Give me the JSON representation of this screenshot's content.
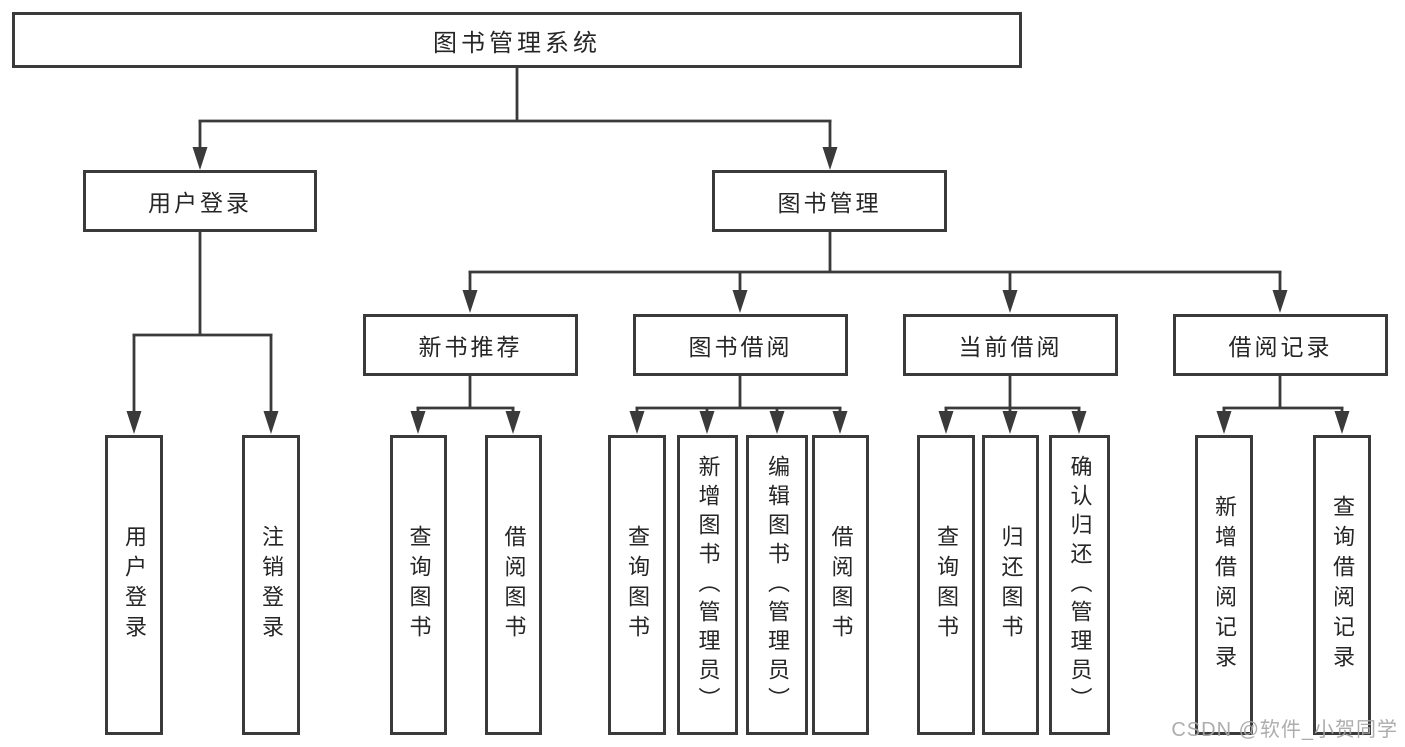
{
  "diagram": {
    "root": "图书管理系统",
    "level2": {
      "user_login": "用户登录",
      "book_mgmt": "图书管理"
    },
    "level3": {
      "new_book_rec": "新书推荐",
      "book_borrow": "图书借阅",
      "current_borrow": "当前借阅",
      "borrow_records": "借阅记录"
    },
    "leaves": {
      "user_login": "用户登录",
      "logout": "注销登录",
      "rec_query_books": "查询图书",
      "rec_borrow_books": "借阅图书",
      "bb_query_books": "查询图书",
      "bb_add_books": "新增图书（管理员）",
      "bb_edit_books": "编辑图书（管理员）",
      "bb_borrow_books": "借阅图书",
      "cb_query_books": "查询图书",
      "cb_return_books": "归还图书",
      "cb_confirm_return": "确认归还（管理员）",
      "br_add_record": "新增借阅记录",
      "br_query_record": "查询借阅记录"
    }
  },
  "watermark": "CSDN @软件_小贺同学",
  "colors": {
    "line": "#3a3a3a",
    "text": "#262626",
    "watermark": "#a6a6a6",
    "background": "#ffffff"
  }
}
